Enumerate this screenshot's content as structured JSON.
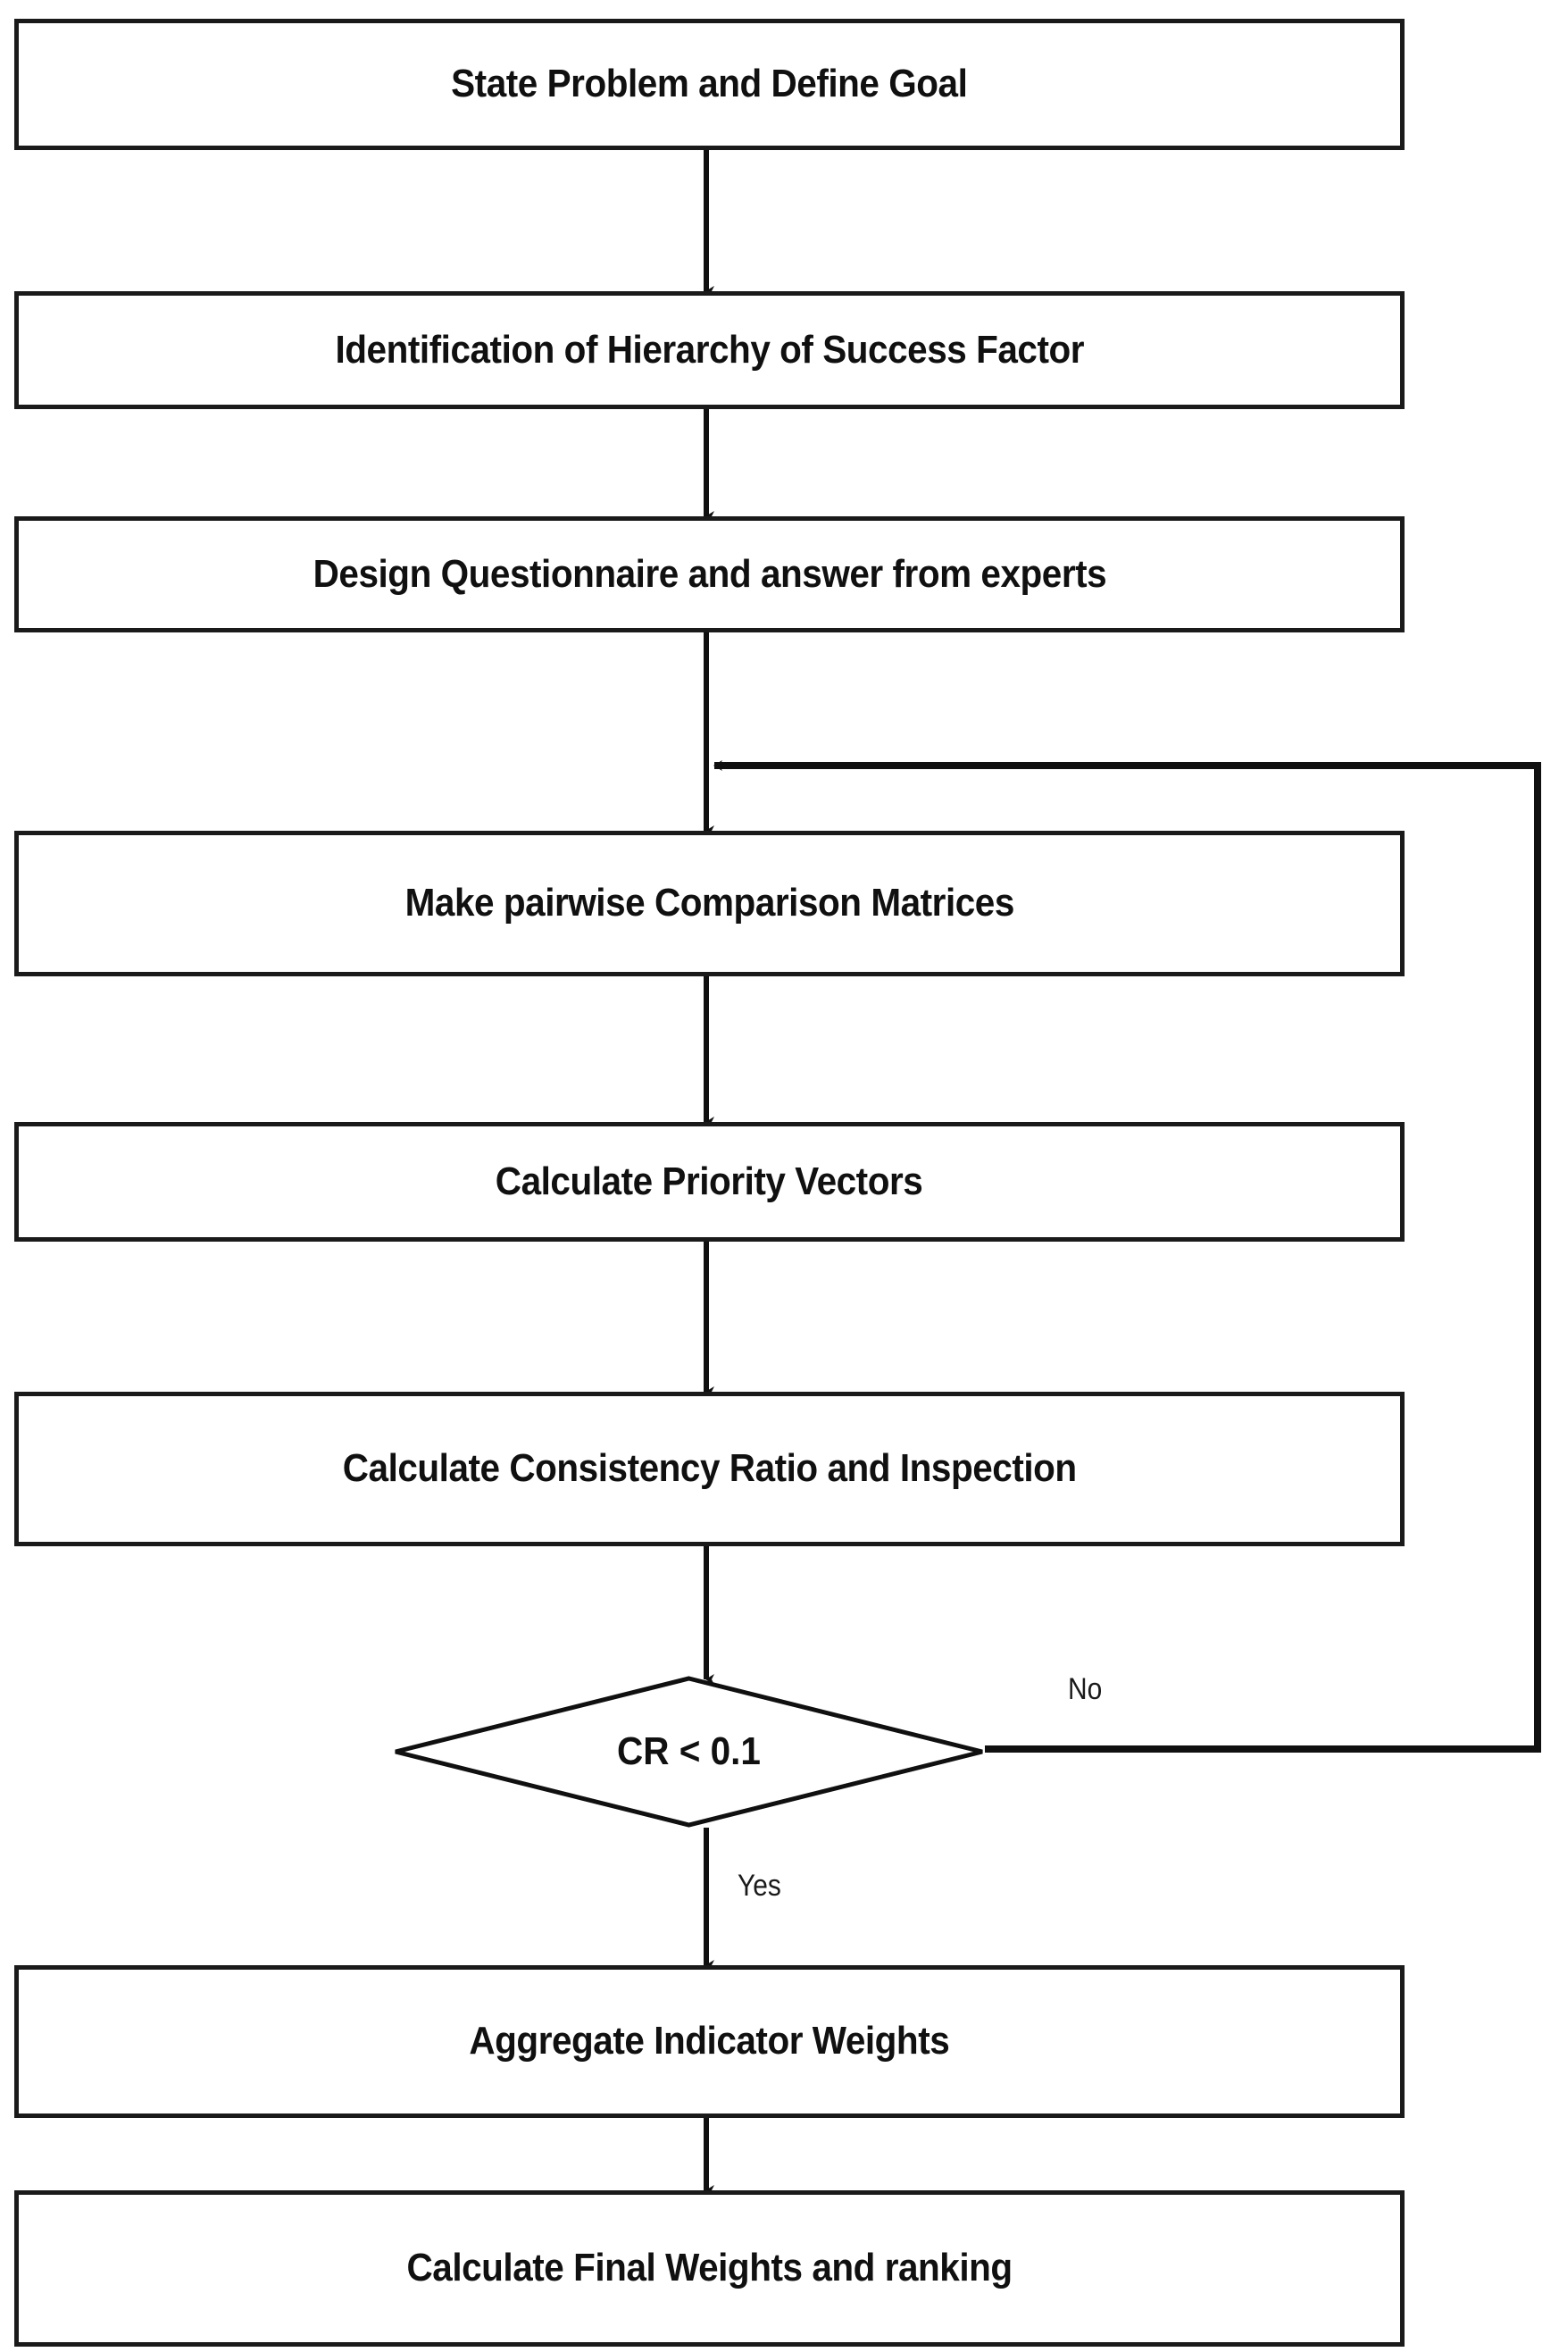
{
  "diagram": {
    "title": "AHP Methodology Flowchart",
    "type": "flowchart",
    "colors": {
      "stroke": "#1a1a1a",
      "fill": "#ffffff",
      "text": "#101010"
    },
    "nodes": [
      {
        "id": "n1",
        "shape": "process",
        "label": "State Problem and Define Goal"
      },
      {
        "id": "n2",
        "shape": "process",
        "label": "Identification of Hierarchy of Success Factor"
      },
      {
        "id": "n3",
        "shape": "process",
        "label": "Design Questionnaire and answer from experts"
      },
      {
        "id": "n4",
        "shape": "process",
        "label": "Make pairwise Comparison Matrices"
      },
      {
        "id": "n5",
        "shape": "process",
        "label": "Calculate Priority Vectors"
      },
      {
        "id": "n6",
        "shape": "process",
        "label": "Calculate Consistency Ratio and Inspection"
      },
      {
        "id": "n7",
        "shape": "decision",
        "label": "CR < 0.1"
      },
      {
        "id": "n8",
        "shape": "process",
        "label": "Aggregate Indicator Weights"
      },
      {
        "id": "n9",
        "shape": "process",
        "label": "Calculate Final Weights and ranking"
      }
    ],
    "edges": [
      {
        "from": "n1",
        "to": "n2",
        "label": ""
      },
      {
        "from": "n2",
        "to": "n3",
        "label": ""
      },
      {
        "from": "n3",
        "to": "n4",
        "label": ""
      },
      {
        "from": "n4",
        "to": "n5",
        "label": ""
      },
      {
        "from": "n5",
        "to": "n6",
        "label": ""
      },
      {
        "from": "n6",
        "to": "n7",
        "label": ""
      },
      {
        "from": "n7",
        "to": "n8",
        "label": "Yes"
      },
      {
        "from": "n7",
        "to": "n4",
        "label": "No"
      },
      {
        "from": "n8",
        "to": "n9",
        "label": ""
      }
    ],
    "edge_labels": {
      "no": "No",
      "yes": "Yes"
    }
  }
}
